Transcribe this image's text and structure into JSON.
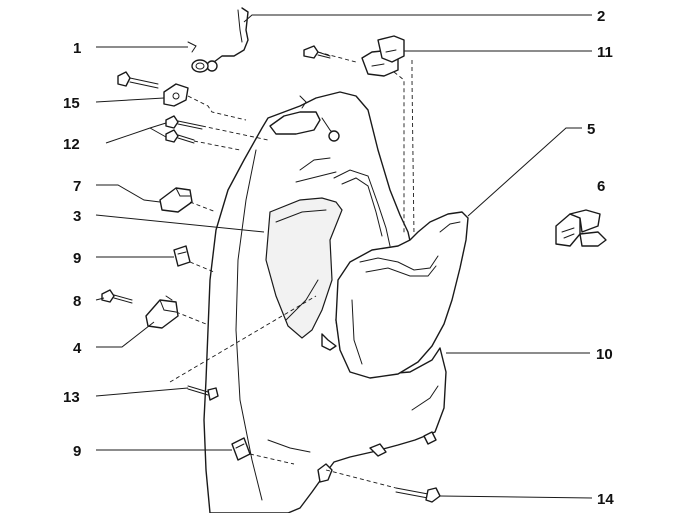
{
  "callouts": [
    {
      "id": "1",
      "label": "1"
    },
    {
      "id": "2",
      "label": "2"
    },
    {
      "id": "3",
      "label": "3"
    },
    {
      "id": "4",
      "label": "4"
    },
    {
      "id": "5",
      "label": "5"
    },
    {
      "id": "6",
      "label": "6"
    },
    {
      "id": "7",
      "label": "7"
    },
    {
      "id": "8",
      "label": "8"
    },
    {
      "id": "9a",
      "label": "9"
    },
    {
      "id": "9b",
      "label": "9"
    },
    {
      "id": "10",
      "label": "10"
    },
    {
      "id": "11",
      "label": "11"
    },
    {
      "id": "12",
      "label": "12"
    },
    {
      "id": "13",
      "label": "13"
    },
    {
      "id": "14",
      "label": "14"
    },
    {
      "id": "15",
      "label": "15"
    }
  ]
}
